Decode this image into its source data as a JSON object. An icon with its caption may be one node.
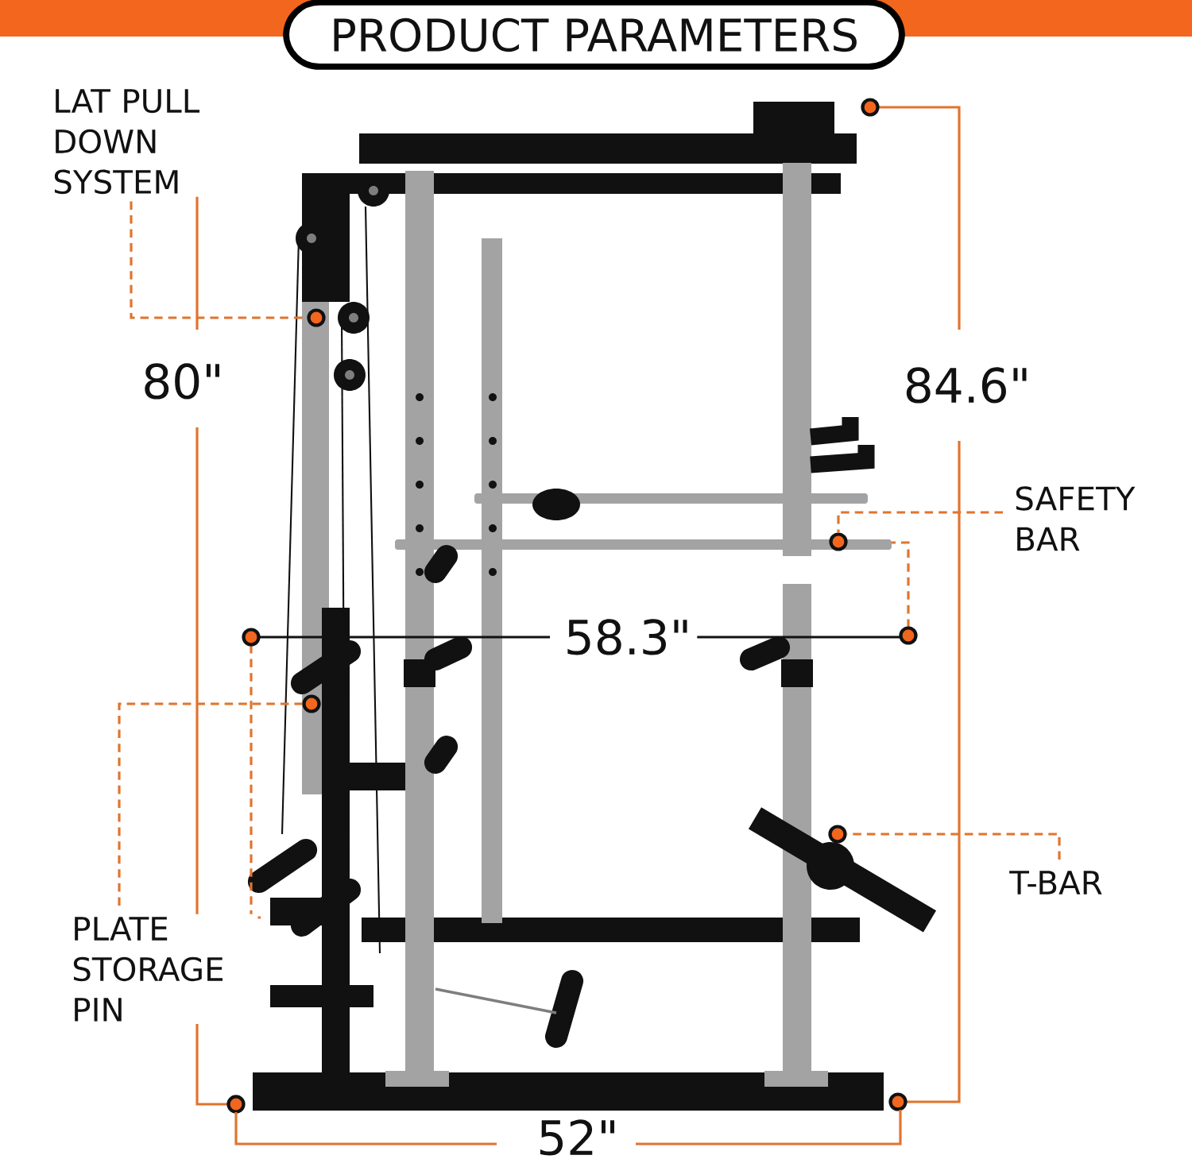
{
  "diagram": {
    "title": "PRODUCT PARAMETERS",
    "nodes": [
      {
        "text": [
          "LAT PULL DOWN SYSTEM"
        ]
      },
      {
        "text": [],
        "shape": "circle"
      },
      {
        "text": [
          "SAFETY BAR"
        ]
      },
      {
        "text": [],
        "shape": "circle"
      },
      {
        "text": [
          "PLATE STORAGE PIN"
        ]
      },
      {
        "text": [],
        "shape": "circle"
      },
      {
        "text": [
          "T-BAR"
        ]
      },
      {
        "text": [],
        "shape": "circle"
      }
    ],
    "edges": [
      {
        "from": 0,
        "to": 1,
        "arrow": "none",
        "style": "dashed"
      },
      {
        "from": 2,
        "to": 3,
        "arrow": "none",
        "style": "dashed"
      },
      {
        "from": 4,
        "to": 5,
        "arrow": "none",
        "style": "dashed"
      },
      {
        "from": 6,
        "to": 7,
        "arrow": "none",
        "style": "dashed"
      }
    ],
    "labels": [
      "80\"",
      "84.6\"",
      "58.3\"",
      "52\""
    ]
  }
}
